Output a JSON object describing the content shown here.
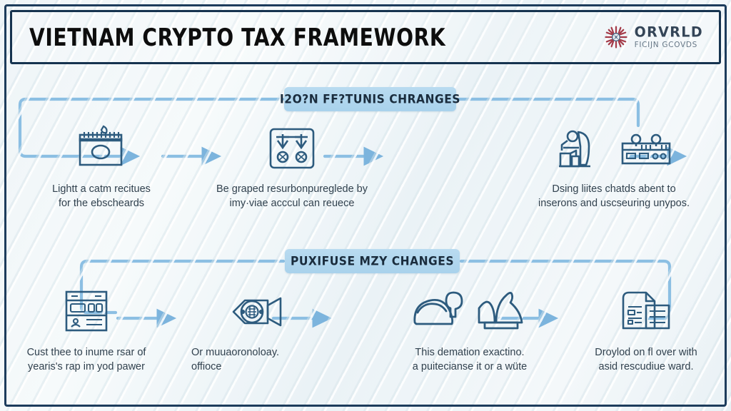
{
  "document": {
    "title": "VIETNAM CRYPTO TAX FRAMEWORK",
    "background_color": "#f2f6f8",
    "frame_color": "#1d3c5c",
    "accent_color": "#6aa9d8",
    "banner_color": "#aed5ee",
    "icon_color": "#2d5b7e",
    "text_color": "#31414e"
  },
  "brand": {
    "name": "ORVRLD",
    "subtitle": "FICIJN GCOVDS",
    "mark_icon": "starburst-logo-icon",
    "mark_color": "#9e2b3a"
  },
  "sections": [
    {
      "id": "section-1",
      "banner_label": "I2O?N FF?TUNIS CHRANGES",
      "steps": [
        {
          "icon": "calendar-document-icon",
          "caption_lines": [
            "Lightt a catm recitues",
            "for the ebscheards"
          ]
        },
        {
          "icon": "balance-scales-icon",
          "caption_lines": [
            "Be graped resurbonpureglede by",
            "imy·viae acccul can reuece"
          ]
        },
        {
          "icon": "person-at-desk-icon",
          "secondary_icon": "control-panel-icon",
          "caption_lines": [
            "Dsing liites chatds abent to",
            "inserons and uscseuring unypos."
          ]
        }
      ]
    },
    {
      "id": "section-2",
      "banner_label": "PUXIFUSE MZY CHANGES",
      "steps": [
        {
          "icon": "dashboard-window-icon",
          "caption_lines": [
            "Cust thee to inume rsar of",
            "yearis's rap im yod pawer"
          ]
        },
        {
          "icon": "eye-camera-icon",
          "caption_lines": [
            "Or muuaoronoloay.",
            "offioce"
          ]
        },
        {
          "icon": "blob-shape-icon",
          "secondary_icon": "tent-shape-icon",
          "caption_lines": [
            "This demation exactino.",
            "a puitecianse it or a wüte"
          ]
        },
        {
          "icon": "invoice-document-icon",
          "caption_lines": [
            "Droylod on fl over with",
            "asid rescudiue ward."
          ]
        }
      ]
    }
  ]
}
